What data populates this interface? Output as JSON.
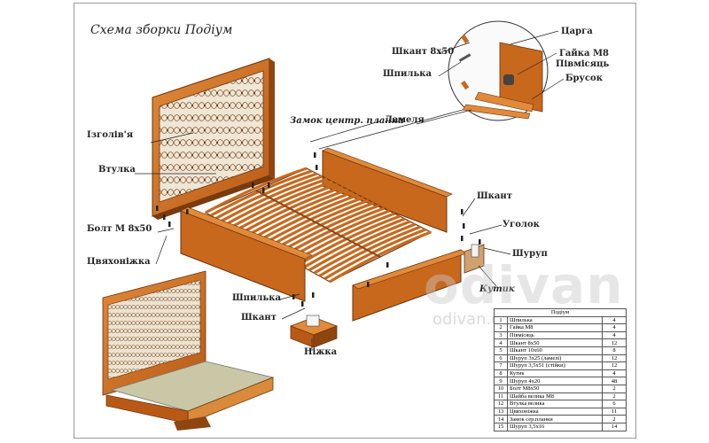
{
  "title": "Схема зборки Подіум",
  "labels": {
    "shkant_8x50": "Шкант 8х50",
    "shpylka_top": "Шпилька",
    "tsarga": "Царга",
    "gaika_m8": "Гайка М8",
    "pivmisyats": "Півмісяць",
    "brusok": "Брусок",
    "zamok": "Замок центр. планки",
    "lamel": "Ламеля",
    "izgolovya": "Ізголів'я",
    "vtulka": "Втулка",
    "shkant_right": "Шкант",
    "uzhik": "Уголок",
    "bolt": "Болт М 8х50",
    "tsvyakh": "Цвяхоніжка",
    "shurup": "Шуруп",
    "kutnyk": "Кутик",
    "shpylka_bottom": "Шпилька",
    "shkant_bottom": "Шкант",
    "nizhka": "Ніжка"
  },
  "watermark": {
    "logo": "odivan",
    "url": "odivan.com.ua"
  },
  "table": {
    "title": "Подіум",
    "rows": [
      {
        "n": "1",
        "name": "Шпилька",
        "qty": "4"
      },
      {
        "n": "2",
        "name": "Гайка М8",
        "qty": "4"
      },
      {
        "n": "3",
        "name": "Півмісяць",
        "qty": "4"
      },
      {
        "n": "4",
        "name": "Шкант 8х50",
        "qty": "12"
      },
      {
        "n": "5",
        "name": "Шкант 10х60",
        "qty": "8"
      },
      {
        "n": "6",
        "name": "Шуруп 3х25 (ламелі)",
        "qty": "12"
      },
      {
        "n": "7",
        "name": "Шуруп 3,5х51 (стійки)",
        "qty": "12"
      },
      {
        "n": "8",
        "name": "Кутик",
        "qty": "4"
      },
      {
        "n": "9",
        "name": "Шуруп 4х20",
        "qty": "48"
      },
      {
        "n": "10",
        "name": "Болт М8х50",
        "qty": "2"
      },
      {
        "n": "11",
        "name": "Шайба велика М8",
        "qty": "2"
      },
      {
        "n": "12",
        "name": "Втулка велика",
        "qty": "6"
      },
      {
        "n": "13",
        "name": "Цвяхоніжка",
        "qty": "11"
      },
      {
        "n": "14",
        "name": "Замок сер.планки",
        "qty": "2"
      },
      {
        "n": "15",
        "name": "Шуруп 3,5х16",
        "qty": "14"
      }
    ]
  },
  "colors": {
    "wood": "#c8681c",
    "wood_dark": "#8f4510",
    "wood_light": "#e08a3a",
    "fabric": "#efe6d4",
    "mattress": "#c9c7a6"
  }
}
